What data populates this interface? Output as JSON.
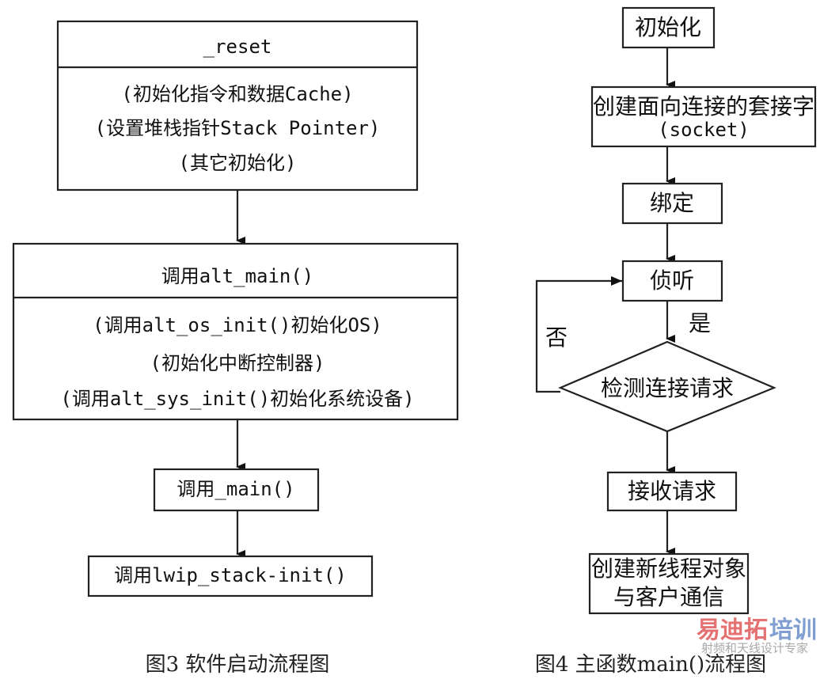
{
  "fig3": {
    "reset_box": {
      "title": "_reset",
      "lines": [
        "(初始化指令和数据Cache)",
        "(设置堆栈指针Stack Pointer)",
        "(其它初始化)"
      ]
    },
    "altmain_box": {
      "title": "调用alt_main()",
      "lines": [
        "(调用alt_os_init()初始化OS)",
        "(初始化中断控制器)",
        "(调用alt_sys_init()初始化系统设备)"
      ]
    },
    "main_box": "调用_main()",
    "lwip_box": "调用lwip_stack-init()",
    "caption": "图3 软件启动流程图"
  },
  "fig4": {
    "init": "初始化",
    "socket": [
      "创建面向连接的套接字",
      "(socket)"
    ],
    "bind": "绑定",
    "listen": "侦听",
    "yes_label": "是",
    "no_label": "否",
    "check": "检测连接请求",
    "accept": "接收请求",
    "thread": [
      "创建新线程对象",
      "与客户通信"
    ],
    "caption": "图4 主函数main()流程图"
  },
  "watermark": {
    "brand_red": "易迪拓",
    "brand_blue": "培训",
    "tagline": "射频和天线设计专家",
    "colors": {
      "red": "#e05a5a",
      "blue": "#6a8fc8"
    }
  }
}
